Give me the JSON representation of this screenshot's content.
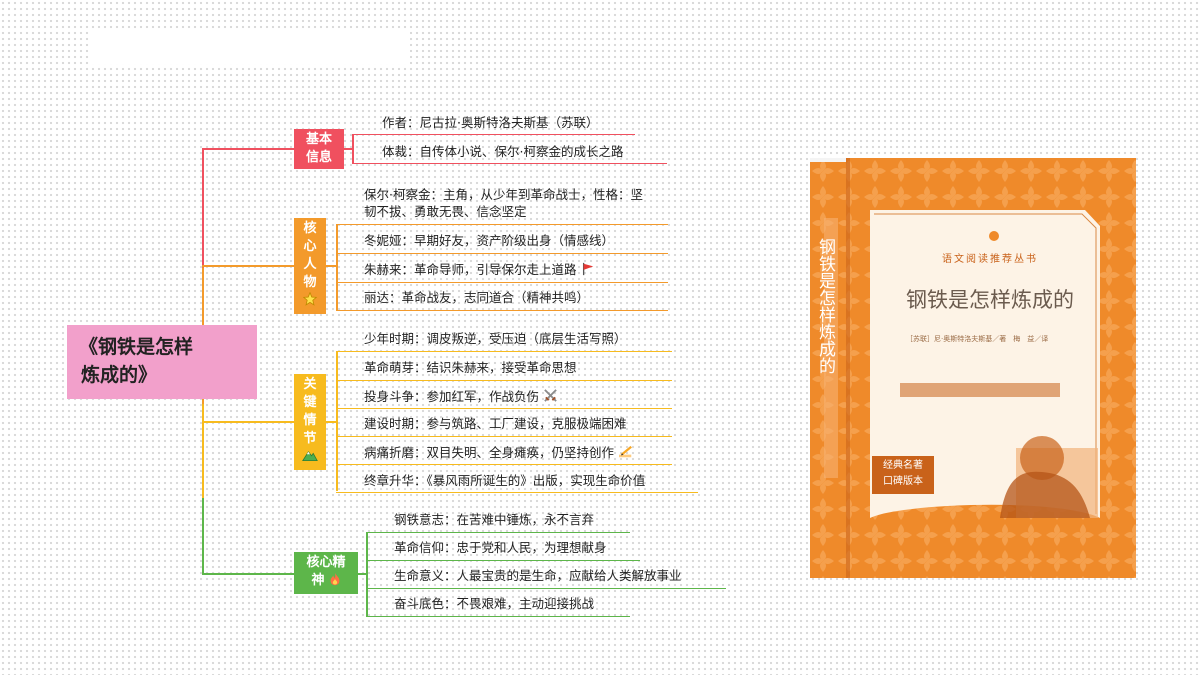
{
  "root": {
    "label_line1": "《钢铁是怎样",
    "label_line2": "炼成的》"
  },
  "branches": [
    {
      "label_line1": "基本",
      "label_line2": "信息",
      "color": "#f0505f",
      "items": [
        "作者：尼古拉·奥斯特洛夫斯基（苏联）",
        "体裁：自传体小说、保尔·柯察金的成长之路"
      ]
    },
    {
      "label_chars": [
        "核",
        "心",
        "人",
        "物"
      ],
      "icon": "star-icon",
      "color": "#f39a2b",
      "items": [
        "保尔·柯察金：主角，从少年到革命战士，性格：坚",
        "韧不拔、勇敢无畏、信念坚定",
        "冬妮娅：早期好友，资产阶级出身（情感线）",
        "朱赫来：革命导师，引导保尔走上道路",
        "丽达：革命战友，志同道合（精神共鸣）"
      ]
    },
    {
      "label_chars": [
        "关",
        "键",
        "情",
        "节"
      ],
      "icon": "mountain-icon",
      "color": "#f7bb1e",
      "items": [
        "少年时期：调皮叛逆，受压迫（底层生活写照）",
        "革命萌芽：结识朱赫来，接受革命思想",
        "投身斗争：参加红军，作战负伤",
        "建设时期：参与筑路、工厂建设，克服极端困难",
        "病痛折磨：双目失明、全身瘫痪，仍坚持创作",
        "终章升华：《暴风雨所诞生的》出版，实现生命价值"
      ]
    },
    {
      "label_line1": "核心精",
      "label_line2": "神",
      "icon": "fire-icon",
      "color": "#5db64a",
      "items": [
        "钢铁意志：在苦难中锤炼，永不言弃",
        "革命信仰：忠于党和人民，为理想献身",
        "生命意义：人最宝贵的是生命，应献给人类解放事业",
        "奋斗底色：不畏艰难，主动迎接挑战"
      ]
    }
  ],
  "book": {
    "series": "语文阅读推荐丛书",
    "title": "钢铁是怎样炼成的",
    "spine_title": "钢铁是怎样炼成的",
    "author": "［苏联］尼·奥斯特洛夫斯基／著　梅　益／译",
    "badge_line1": "经典名著",
    "badge_line2": "口碑版本",
    "colors": {
      "orange": "#ef8a2a",
      "dark_orange": "#c9621a",
      "cream": "#fdf3e6"
    }
  }
}
